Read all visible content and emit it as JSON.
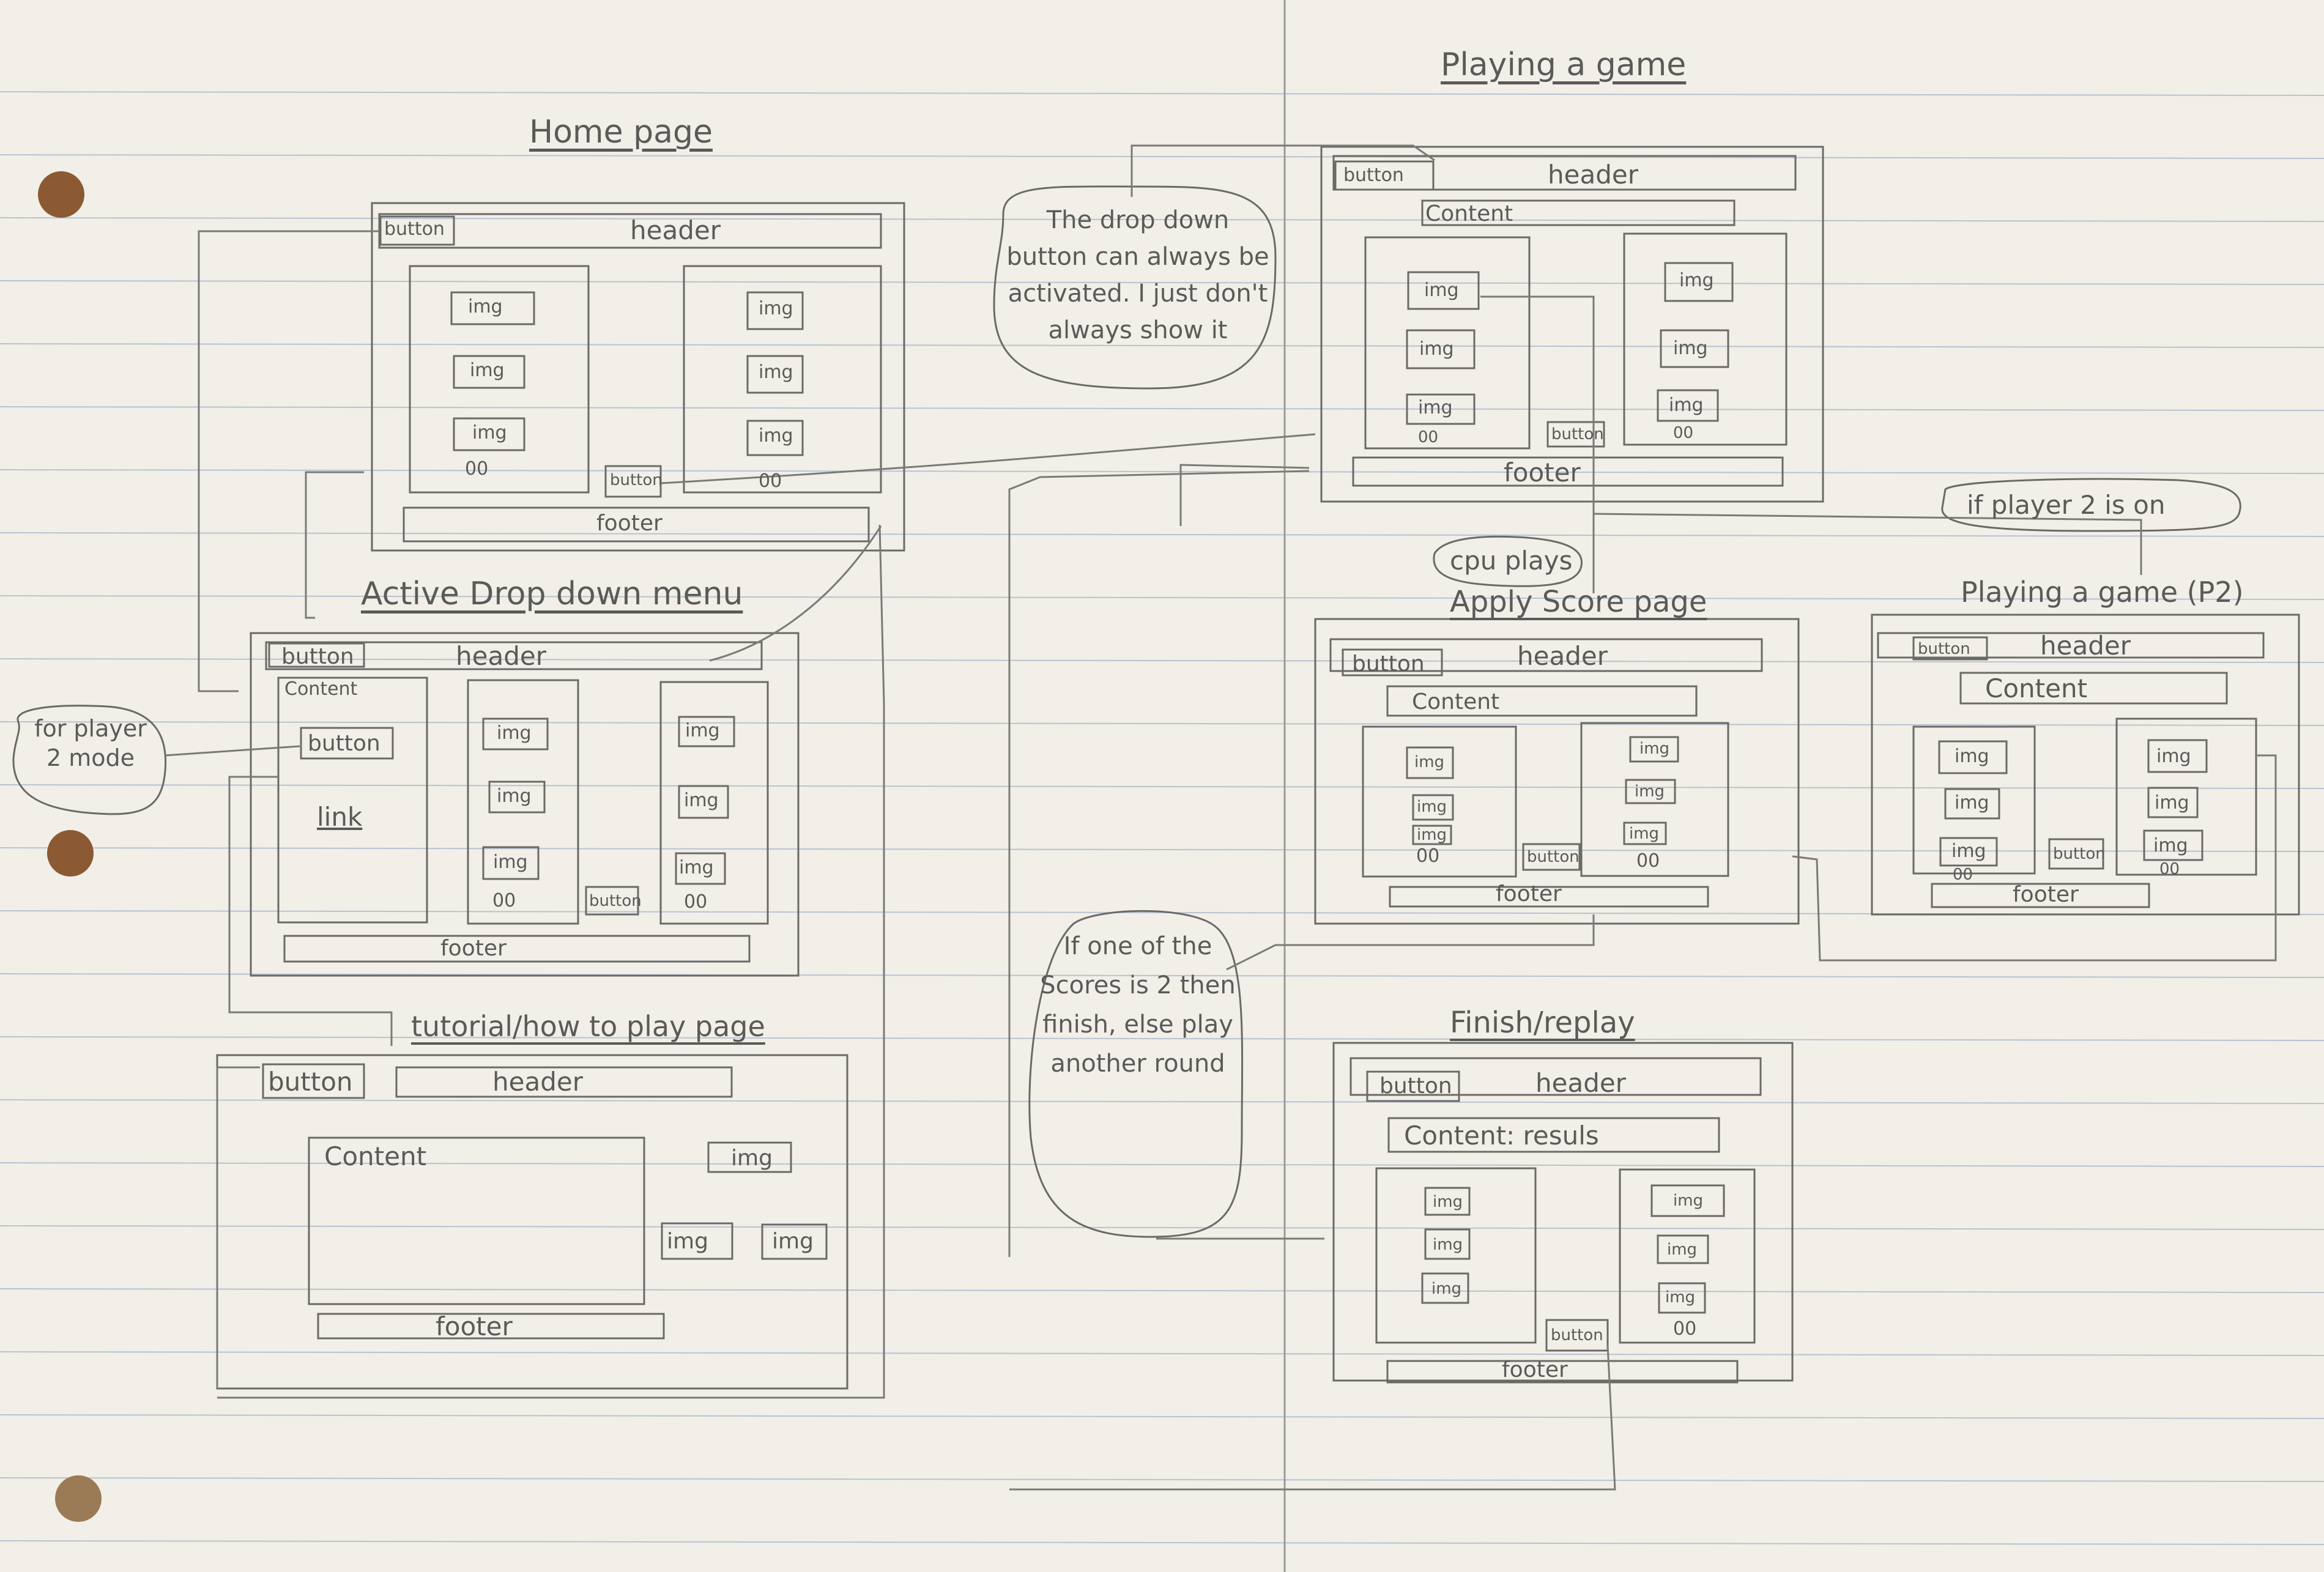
{
  "colors": {
    "paper": "#f1efe8",
    "rule": "#b9c3cf",
    "pencil": "#6a6a66",
    "hole": "#8b5a33"
  },
  "pages": {
    "home": {
      "title": "Home page",
      "button": "button",
      "header": "header",
      "img": "img",
      "dots": "00",
      "footer": "footer"
    },
    "dropdown": {
      "title": "Active Drop down menu",
      "button": "button",
      "header": "header",
      "content": "Content",
      "link": "link",
      "img": "img",
      "dots": "00",
      "footer": "footer"
    },
    "tutorial": {
      "title": "tutorial/how to play page",
      "button": "button",
      "header": "header",
      "content": "Content",
      "img": "img",
      "footer": "footer"
    },
    "playing": {
      "title": "Playing a game",
      "button": "button",
      "header": "header",
      "content": "Content",
      "img": "img",
      "dots": "00",
      "footer": "footer"
    },
    "score": {
      "title": "Apply Score page",
      "button": "button",
      "header": "header",
      "content": "Content",
      "img": "img",
      "dots": "00",
      "footer": "footer"
    },
    "p2": {
      "title": "Playing a game (P2)",
      "button": "button",
      "header": "header",
      "content": "Content",
      "img": "img",
      "dots": "00",
      "footer": "footer"
    },
    "finish": {
      "title": "Finish/replay",
      "button": "button",
      "header": "header",
      "content": "Content: resuls",
      "img": "img",
      "dots": "00",
      "footer": "footer"
    }
  },
  "notes": {
    "dropdown": "The drop down button can always be activated. I just don't always show it",
    "player2mode": "for player 2 mode",
    "cpu": "cpu plays",
    "p2on": "if player 2 is on",
    "scores": "If one of the Scores is 2 then finish, else play another round"
  }
}
